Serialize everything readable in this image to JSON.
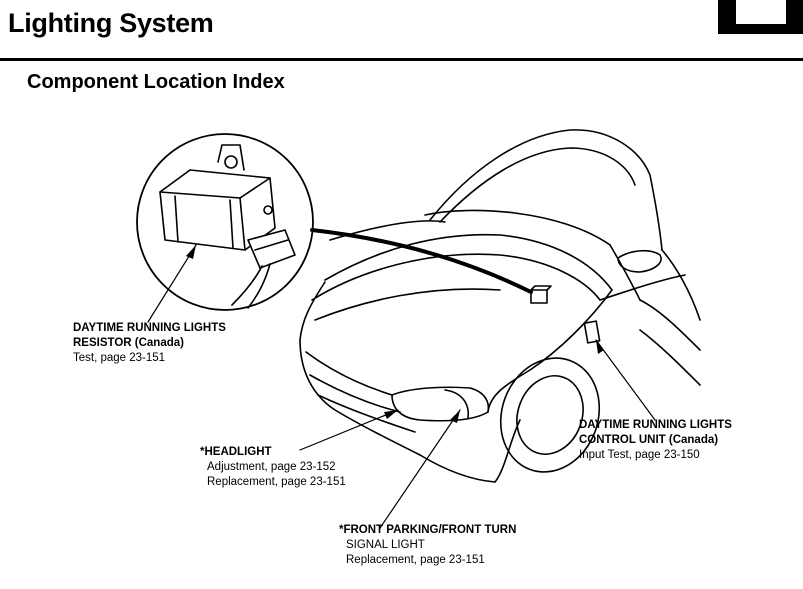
{
  "header": {
    "title": "Lighting System",
    "subtitle": "Component Location Index"
  },
  "callouts": {
    "resistor": {
      "line1": "DAYTIME RUNNING LIGHTS",
      "line2": "RESISTOR (Canada)",
      "ref1": "Test, page 23-151"
    },
    "headlight": {
      "name": "*HEADLIGHT",
      "ref1": "Adjustment, page 23-152",
      "ref2": "Replacement, page 23-151"
    },
    "control_unit": {
      "line1": "DAYTIME RUNNING LIGHTS",
      "line2": "CONTROL UNIT (Canada)",
      "ref1": "Input Test, page 23-150"
    },
    "parking": {
      "line1": "*FRONT PARKING/FRONT TURN",
      "line2": "SIGNAL LIGHT",
      "ref1": "Replacement, page 23-151"
    }
  }
}
